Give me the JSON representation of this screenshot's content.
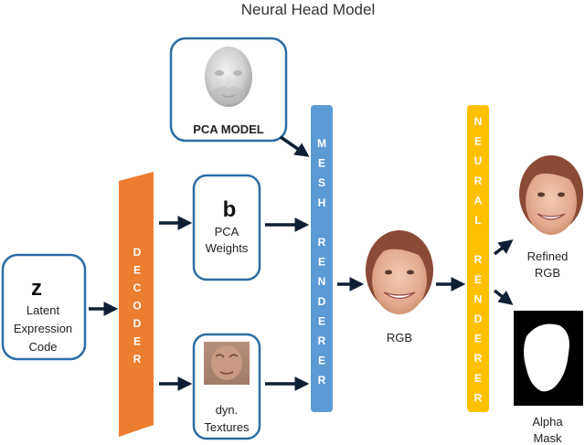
{
  "title": "Neural Head Model",
  "nodes": {
    "pca_model": {
      "label": "PCA MODEL"
    },
    "latent": {
      "symbol": "z",
      "lines": [
        "Latent",
        "Expression",
        "Code"
      ]
    },
    "decoder": {
      "letters": [
        "D",
        "E",
        "C",
        "O",
        "D",
        "E",
        "R"
      ]
    },
    "pca_weights": {
      "symbol": "b",
      "lines": [
        "PCA",
        "Weights"
      ]
    },
    "dyn_textures": {
      "lines": [
        "dyn.",
        "Textures"
      ]
    },
    "mesh_renderer": {
      "letters": [
        "M",
        "E",
        "S",
        "H",
        "",
        "R",
        "E",
        "N",
        "D",
        "E",
        "R",
        "E",
        "R"
      ]
    },
    "rgb": {
      "label": "RGB"
    },
    "neural_renderer": {
      "letters": [
        "N",
        "E",
        "U",
        "R",
        "A",
        "L",
        "",
        "R",
        "E",
        "N",
        "D",
        "E",
        "R",
        "E",
        "R"
      ]
    },
    "refined_rgb": {
      "lines": [
        "Refined",
        "RGB"
      ]
    },
    "alpha_mask": {
      "lines": [
        "Alpha",
        "Mask"
      ]
    }
  },
  "colors": {
    "box_border": "#2e6da4",
    "decoder": "#ed7d31",
    "mesh_renderer": "#5b9bd5",
    "neural_renderer": "#ffc000",
    "arrow": "#0f1f33"
  }
}
